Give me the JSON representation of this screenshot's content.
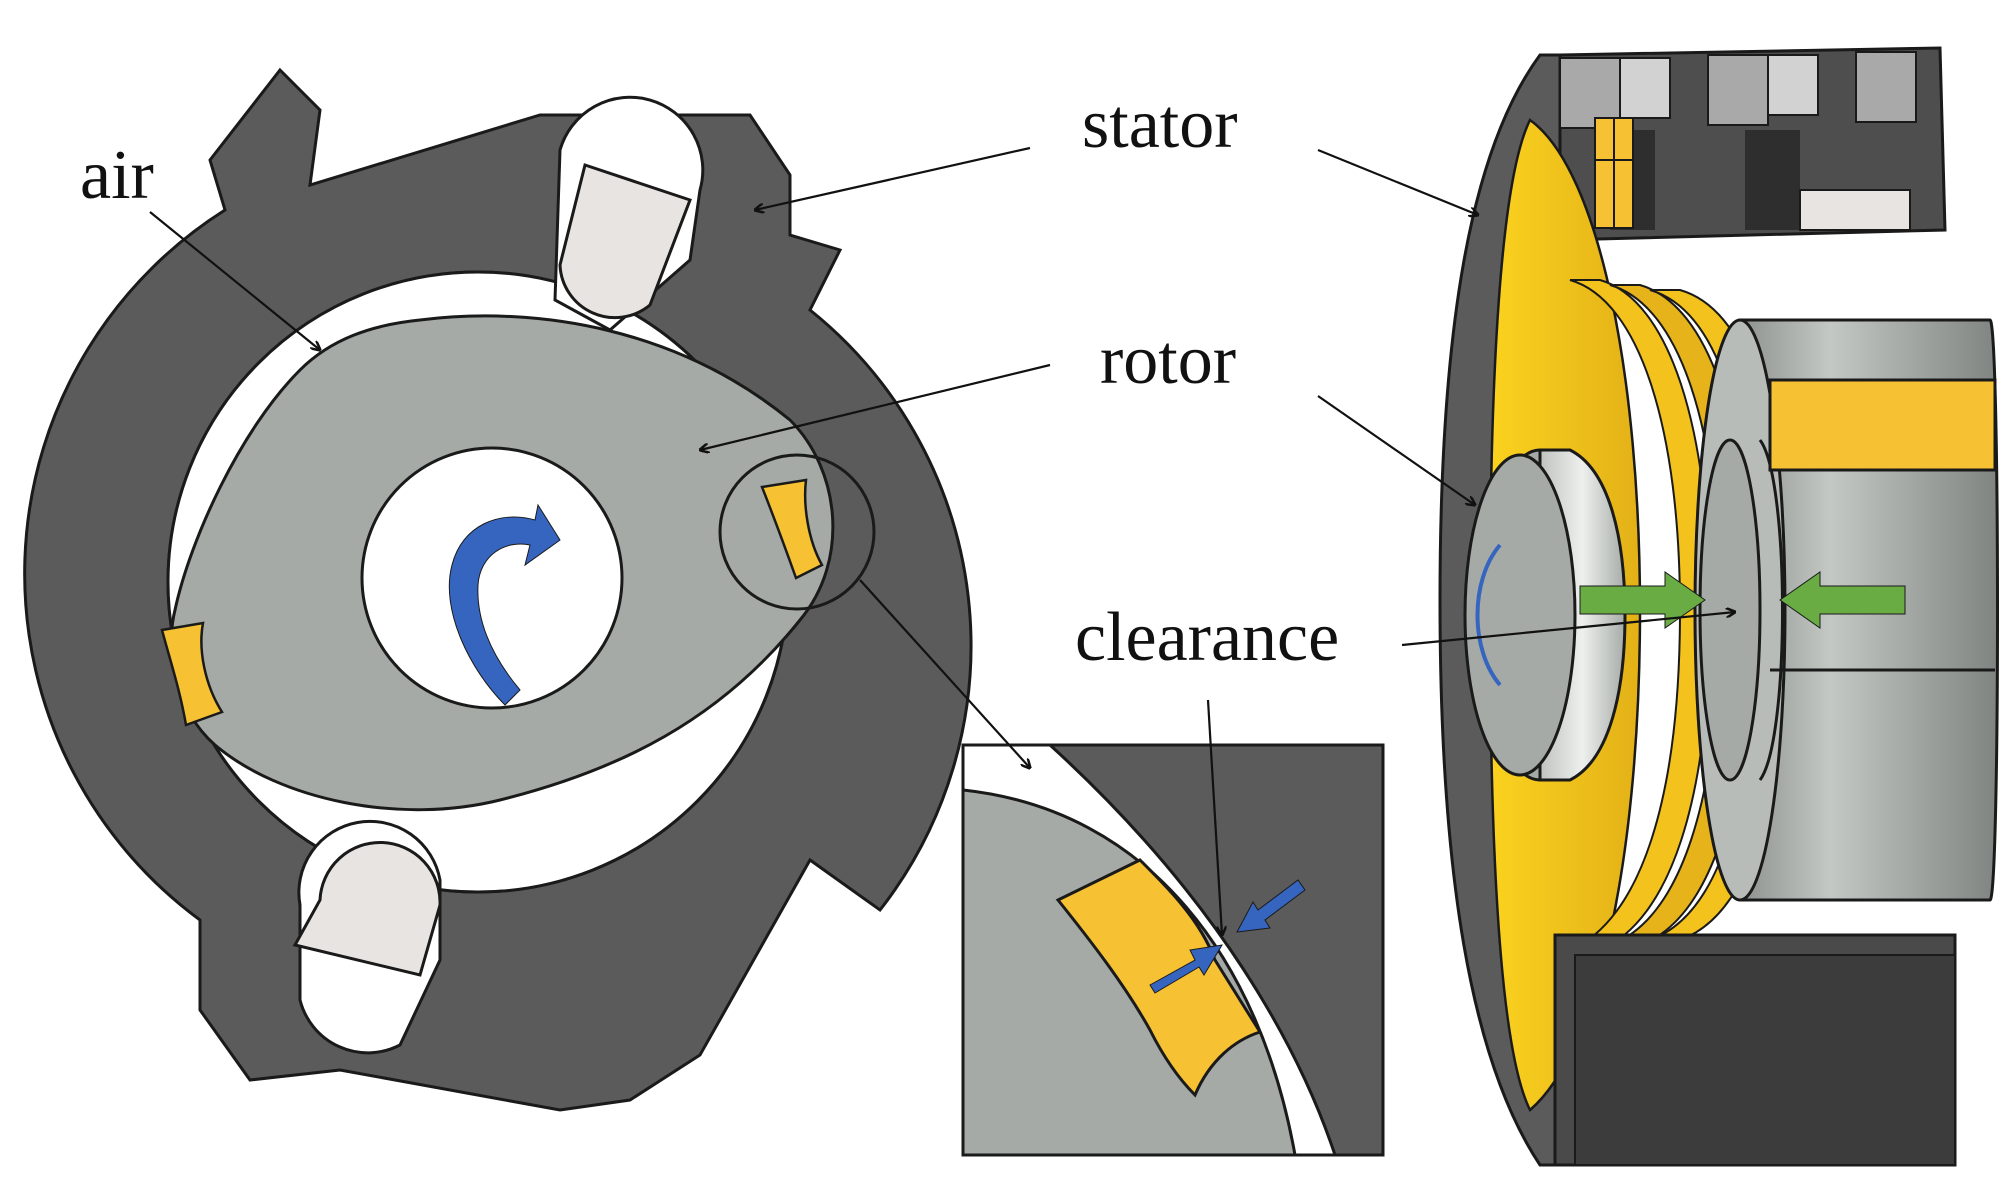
{
  "labels": {
    "air": "air",
    "stator": "stator",
    "rotor": "rotor",
    "clearance": "clearance"
  },
  "colors": {
    "stator": "#5b5b5b",
    "rotor": "#a5aaa6",
    "coil": "#f6c132",
    "coil_bright": "#fbd21f",
    "roller": "#e8e4e1",
    "arrow_blue": "#3665c0",
    "arrow_green": "#6aac44",
    "outline": "#1a1a1a"
  }
}
